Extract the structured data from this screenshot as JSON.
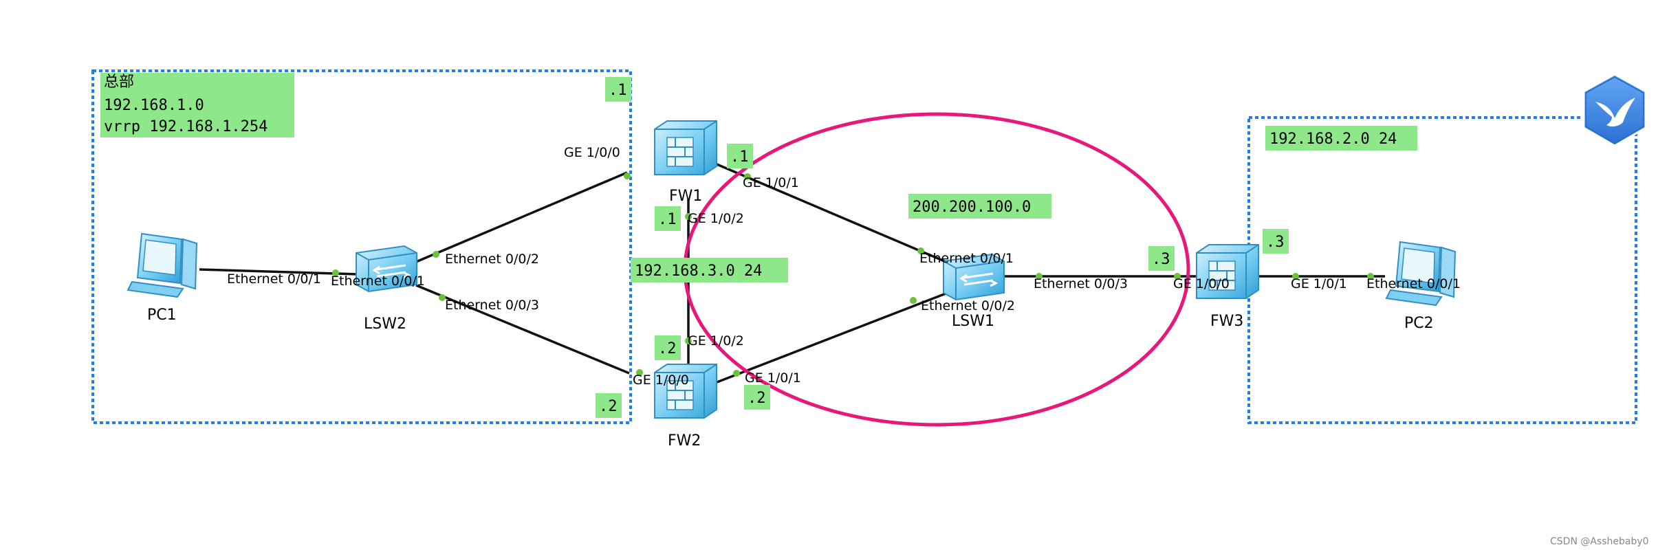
{
  "colors": {
    "tag_bg": "#8ee88a",
    "zone_border": "#1f7fe8",
    "ring": "#e8177a",
    "link": "#111111",
    "port_dot": "#6cc23a",
    "device": "#5fc4ee",
    "badge": "#3d86e0"
  },
  "zones": {
    "hq": {
      "title": "总部",
      "network": "192.168.1.0",
      "vrrp": "vrrp 192.168.1.254"
    },
    "branch": {
      "network": "192.168.2.0 24"
    }
  },
  "networks": {
    "fw_sync": "192.168.3.0 24",
    "public": "200.200.100.0"
  },
  "address_tags": {
    "hq_top": ".1",
    "hq_bottom": ".2",
    "fw1_out": ".1",
    "fw1_sync": ".1",
    "fw2_sync": ".2",
    "fw2_out": ".2",
    "fw3_out": ".3",
    "fw3_in": ".3"
  },
  "devices": {
    "pc1": {
      "name": "PC1",
      "icon": "pc-icon"
    },
    "lsw2": {
      "name": "LSW2",
      "icon": "switch-icon"
    },
    "fw1": {
      "name": "FW1",
      "icon": "firewall-icon"
    },
    "fw2": {
      "name": "FW2",
      "icon": "firewall-icon"
    },
    "lsw1": {
      "name": "LSW1",
      "icon": "switch-icon"
    },
    "fw3": {
      "name": "FW3",
      "icon": "firewall-icon"
    },
    "pc2": {
      "name": "PC2",
      "icon": "pc-icon"
    }
  },
  "ports": {
    "pc1_e001": "Ethernet 0/0/1",
    "lsw2_e001": "Ethernet 0/0/1",
    "lsw2_e002": "Ethernet 0/0/2",
    "lsw2_e003": "Ethernet 0/0/3",
    "fw1_ge100": "GE 1/0/0",
    "fw1_ge101": "GE 1/0/1",
    "fw1_ge102": "GE 1/0/2",
    "fw2_ge102": "GE 1/0/2",
    "fw2_ge100": "GE 1/0/0",
    "fw2_ge101": "GE 1/0/1",
    "lsw1_e001": "Ethernet 0/0/1",
    "lsw1_e002": "Ethernet 0/0/2",
    "lsw1_e003": "Ethernet 0/0/3",
    "fw3_ge100": "GE 1/0/0",
    "fw3_ge101": "GE 1/0/1",
    "pc2_e001": "Ethernet 0/0/1"
  },
  "badge": {
    "icon": "bird-logo-icon"
  },
  "watermark": "CSDN @Asshebaby0"
}
